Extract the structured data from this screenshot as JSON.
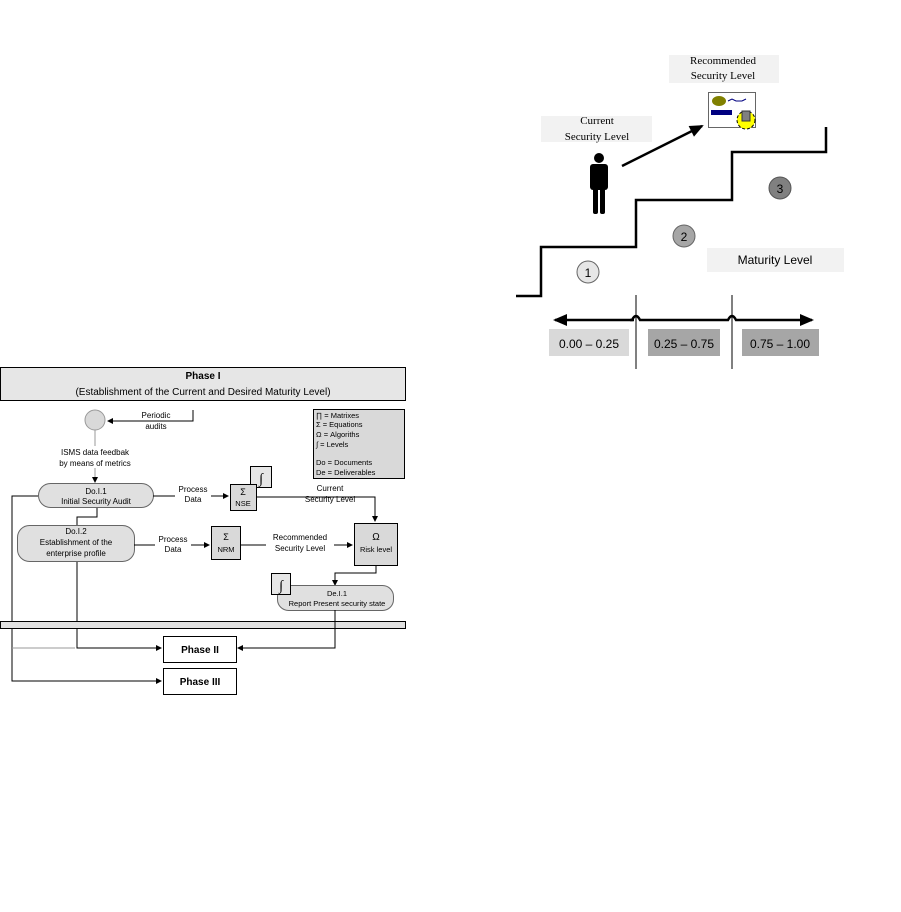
{
  "figure_left": {
    "phase_title": "Phase I",
    "phase_subtitle": "(Establishment of the Current and Desired Maturity Level)",
    "periodic_audits": [
      "Periodic",
      "audits"
    ],
    "isms_feedback": [
      "ISMS data feedbak",
      "by means of metrics"
    ],
    "legend": [
      "∏ = Matrixes",
      "Σ = Equations",
      "Ω = Algoriths",
      "∫ = Levels",
      "Do = Documents",
      "De = Deliverables"
    ],
    "do_i_1": [
      "Do.I.1",
      "Initial Security Audit"
    ],
    "process_data_1": [
      "Process",
      "Data"
    ],
    "nse": {
      "symbol": "Σ",
      "label": "NSE"
    },
    "integral_symbol": "∫",
    "current_level": [
      "Current",
      "Security Level"
    ],
    "do_i_2": [
      "Do.I.2",
      "Establishment of the",
      "enterprise profile"
    ],
    "process_data_2": [
      "Process",
      "Data"
    ],
    "nrm": {
      "symbol": "Σ",
      "label": "NRM"
    },
    "recommended_level": [
      "Recommended",
      "Security Level"
    ],
    "risk": {
      "symbol": "Ω",
      "label": "Risk level"
    },
    "de_i_1": [
      "De.I.1",
      "Report Present security state"
    ],
    "phase_2": "Phase II",
    "phase_3": "Phase III"
  },
  "figure_right": {
    "recommended_label": [
      "Recommended",
      "Security Level"
    ],
    "current_label": [
      "Current",
      "Security Level"
    ],
    "maturity_label": "Maturity Level",
    "steps": [
      "1",
      "2",
      "3"
    ],
    "ranges": [
      "0.00 – 0.25",
      "0.25 – 0.75",
      "0.75 – 1.00"
    ]
  }
}
